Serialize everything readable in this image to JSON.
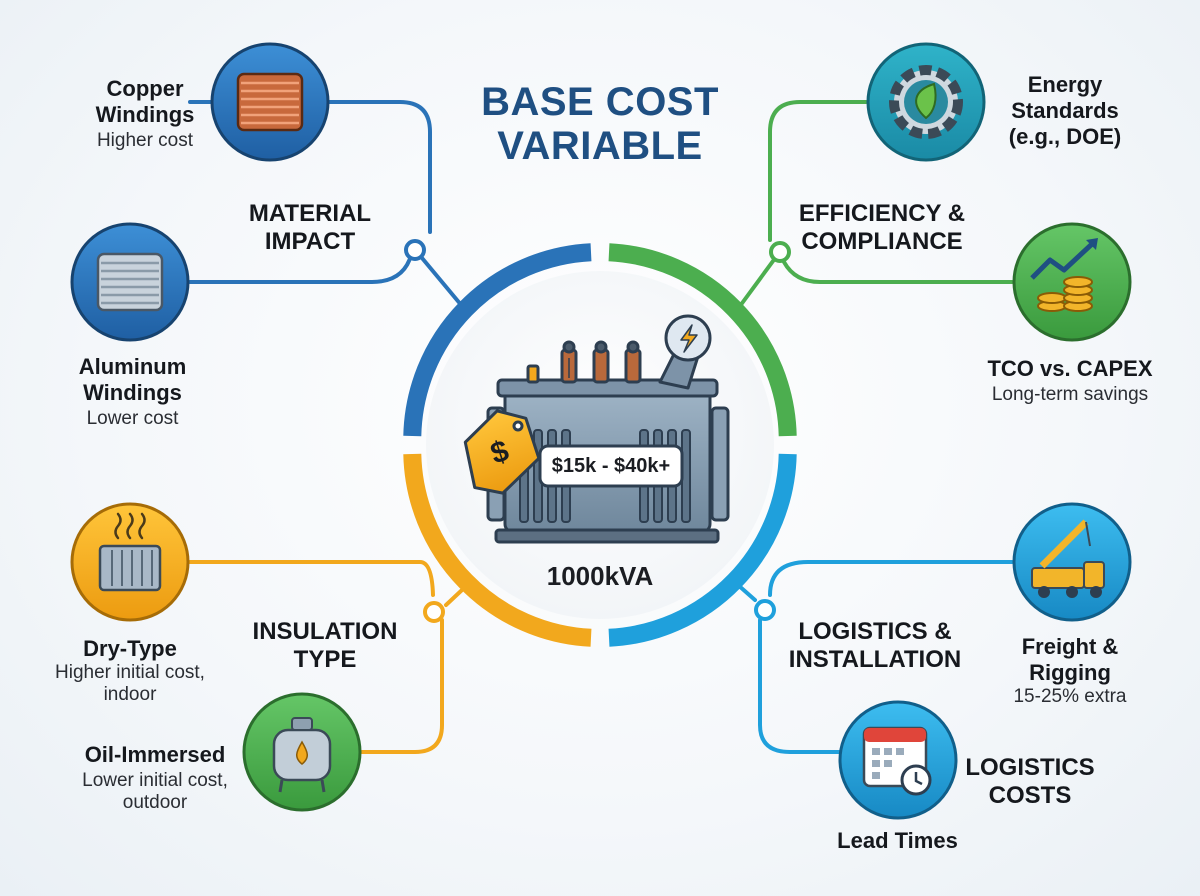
{
  "title": {
    "line1": "BASE COST",
    "line2": "VARIABLE"
  },
  "center": {
    "rating": "1000kVA",
    "price_range": "$15k - $40k+",
    "tag_symbol": "$"
  },
  "categories": {
    "material": {
      "line1": "MATERIAL",
      "line2": "IMPACT"
    },
    "efficiency": {
      "line1": "EFFICIENCY &",
      "line2": "COMPLIANCE"
    },
    "insulation": {
      "line1": "INSULATION",
      "line2": "TYPE"
    },
    "logistics": {
      "line1": "LOGISTICS &",
      "line2": "INSTALLATION"
    },
    "logistics_costs": {
      "line1": "LOGISTICS",
      "line2": "COSTS"
    }
  },
  "items": {
    "copper": {
      "name1": "Copper",
      "name2": "Windings",
      "sub1": "Higher cost"
    },
    "aluminum": {
      "name1": "Aluminum",
      "name2": "Windings",
      "sub1": "Lower cost"
    },
    "energy": {
      "name1": "Energy",
      "name2": "Standards",
      "name3": "(e.g., DOE)"
    },
    "tco": {
      "name1": "TCO vs. CAPEX",
      "sub1": "Long-term savings"
    },
    "dry": {
      "name1": "Dry-Type",
      "sub1": "Higher initial cost,",
      "sub2": "indoor"
    },
    "oil": {
      "name1": "Oil-Immersed",
      "sub1": "Lower initial cost,",
      "sub2": "outdoor"
    },
    "freight": {
      "name1": "Freight &",
      "name2": "Rigging",
      "sub1": "15-25% extra"
    },
    "lead": {
      "name1": "Lead Times"
    }
  },
  "colors": {
    "blue": "#2a73b8",
    "green": "#4cae4f",
    "orange": "#f2a81d",
    "cyan": "#1fa0dc",
    "title": "#1f4f82"
  },
  "icons": {
    "copper": "copper-spool-icon",
    "aluminum": "aluminum-spool-icon",
    "energy": "gear-leaf-icon",
    "tco": "coins-growth-icon",
    "dry": "dry-type-transformer-icon",
    "oil": "oil-tank-icon",
    "freight": "crane-truck-icon",
    "lead": "calendar-clock-icon",
    "center": "transformer-icon"
  }
}
